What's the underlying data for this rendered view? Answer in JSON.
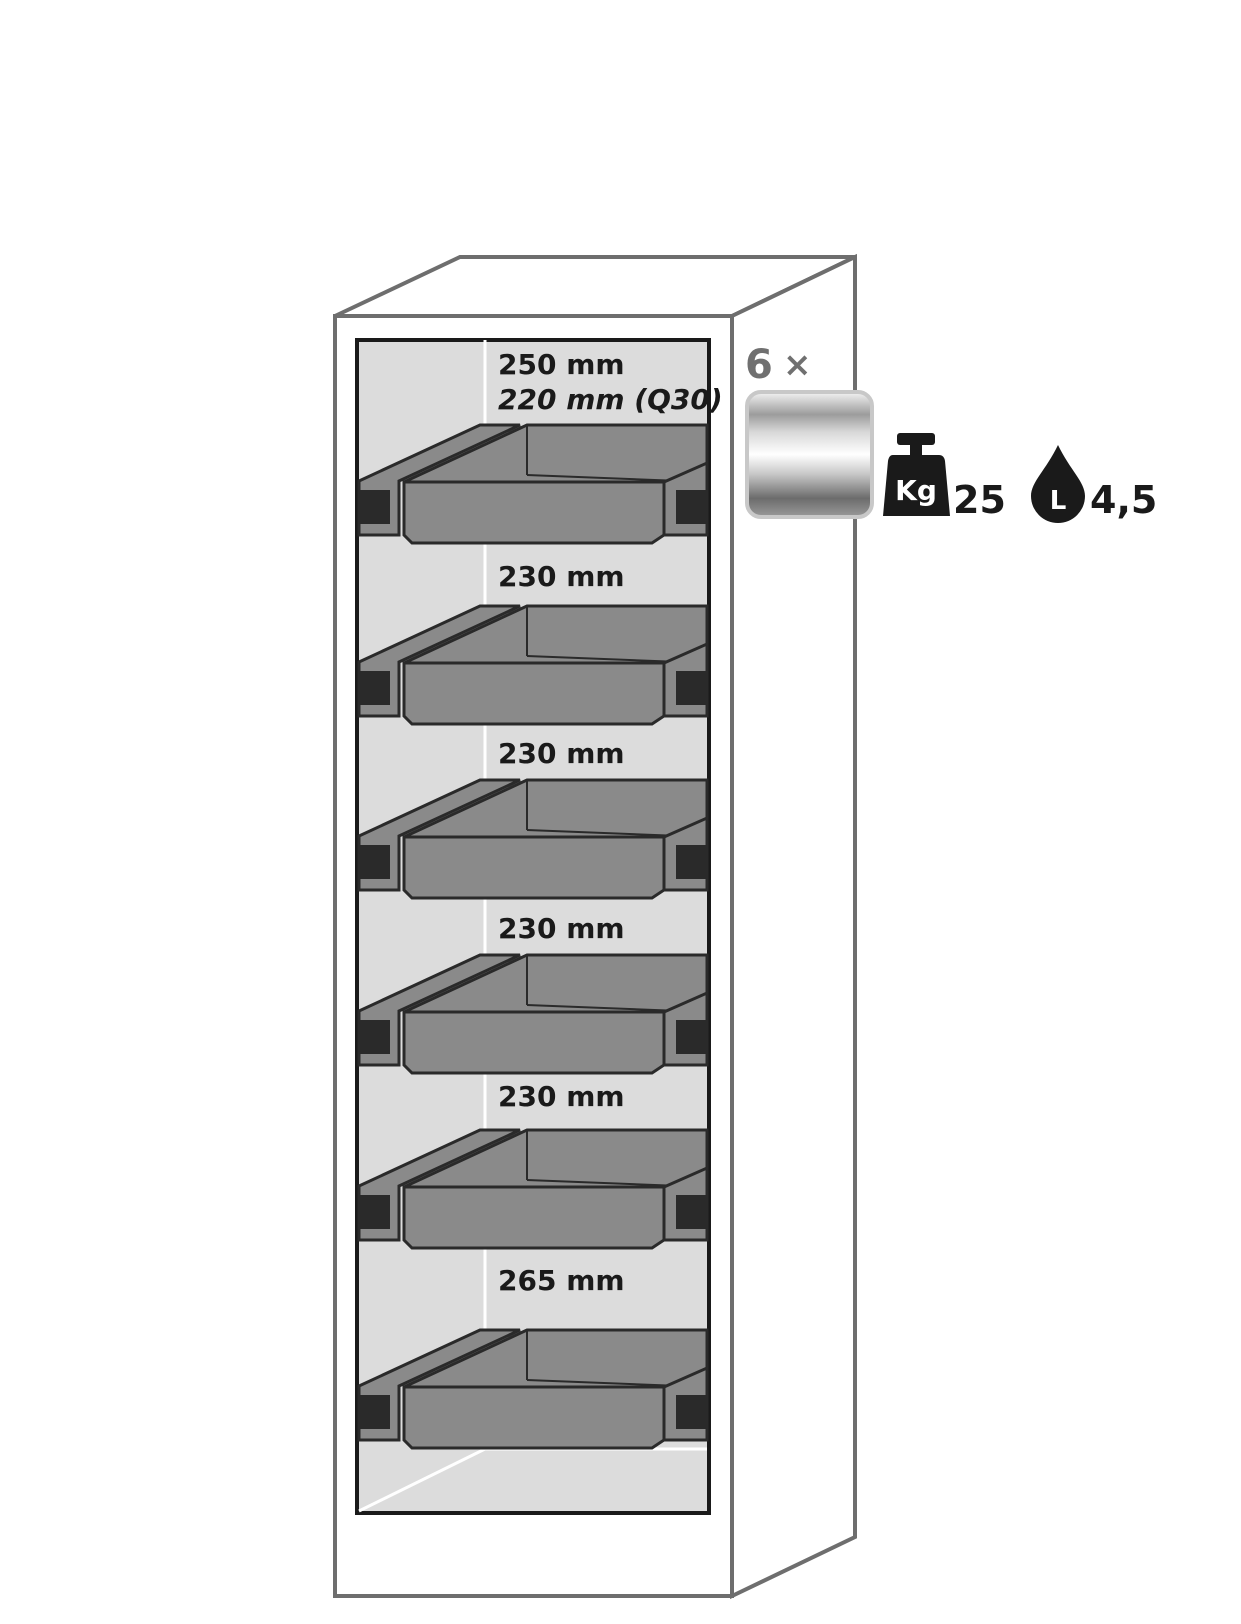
{
  "cabinet": {
    "shelves": [
      {
        "height_label": "250 mm",
        "height_label_alt": "220 mm (Q30)"
      },
      {
        "height_label": "230 mm"
      },
      {
        "height_label": "230 mm"
      },
      {
        "height_label": "230 mm"
      },
      {
        "height_label": "230 mm"
      },
      {
        "height_label": "265 mm"
      }
    ]
  },
  "specs": {
    "tray_count": "6",
    "tray_multiplier": "×",
    "weight_icon": "weight-kg-icon",
    "weight_icon_text": "Kg",
    "weight_value": "25",
    "volume_icon": "liquid-drop-icon",
    "volume_icon_text": "L",
    "volume_value": "4,5"
  },
  "colors": {
    "outline": "#6e6e6e",
    "interior": "#dcdcdc",
    "tray": "#8a8a8a",
    "tray_dark": "#2a2a2a",
    "icon": "#1a1a1a",
    "count_text": "#707070"
  }
}
